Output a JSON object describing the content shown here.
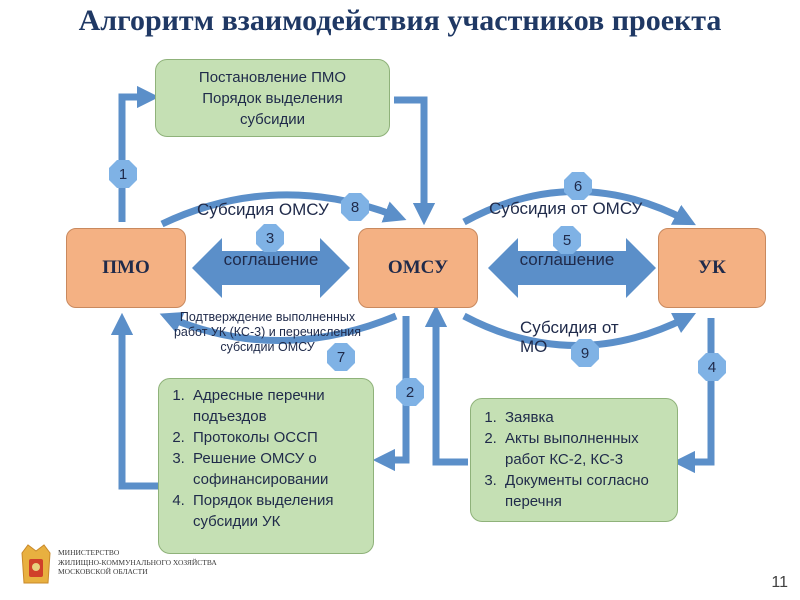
{
  "title": "Алгоритм взаимодействия участников проекта",
  "actors": {
    "pmo": "ПМО",
    "omsu": "ОМСУ",
    "uk": "УК"
  },
  "green_top": {
    "line1": "Постановление ПМО",
    "line2": "Порядок выделения",
    "line3": "субсидии"
  },
  "list_left": [
    "Адресные перечни подъездов",
    "Протоколы ОССП",
    "Решение ОМСУ о софинансировании",
    "Порядок выделения субсидии УК"
  ],
  "list_right": [
    "Заявка",
    "Акты выполненных работ КС-2, КС-3",
    "Документы согласно перечня"
  ],
  "agreement": {
    "left": "соглашение",
    "right": "соглашение"
  },
  "labels": {
    "subsidy_omsu": "Субсидия ОМСУ",
    "subsidy_from_omsu": "Субсидия от ОМСУ",
    "subsidy_from_mo": "Субсидия от МО",
    "confirmation_line1": "Подтверждение выполненных",
    "confirmation_line2": "работ УК (КС-3) и перечисления",
    "confirmation_line3": "субсидии ОМСУ"
  },
  "steps": [
    "1",
    "2",
    "3",
    "4",
    "5",
    "6",
    "7",
    "8",
    "9"
  ],
  "footer": {
    "line1": "МИНИСТЕРСТВО",
    "line2": "ЖИЛИЩНО-КОММУНАЛЬНОГО ХОЗЯЙСТВА",
    "line3": "МОСКОВСКОЙ ОБЛАСТИ"
  },
  "page_number": "11",
  "colors": {
    "arrow": "#5b8fc9",
    "actor": "#f4b183",
    "green": "#c5e0b4",
    "step": "#7fb2e5",
    "title": "#1f3864"
  }
}
